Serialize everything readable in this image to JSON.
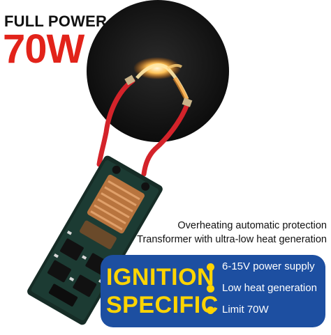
{
  "headline": "FULL POWER",
  "power": "70W",
  "features": [
    "Overheating automatic protection",
    "Transformer with ultra-low heat generation"
  ],
  "badge": {
    "line1": "IGNITION",
    "line2": "SPECIFIC"
  },
  "specs": [
    "6-15V power supply",
    "Low heat generation",
    "Limit 70W"
  ],
  "colors": {
    "accent_red": "#e2231a",
    "panel_blue": "#1d4fa1",
    "highlight_yellow": "#ffd400"
  }
}
